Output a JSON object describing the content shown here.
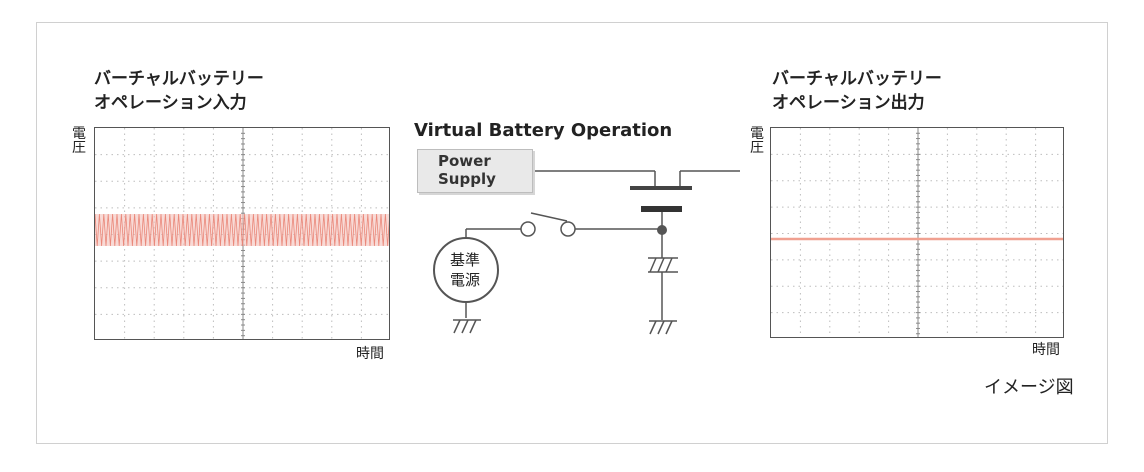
{
  "left_panel": {
    "title_line1": "バーチャルバッテリー",
    "title_line2": "オペレーション入力",
    "y_axis_label": "電圧",
    "x_axis_label": "時間"
  },
  "right_panel": {
    "title_line1": "バーチャルバッテリー",
    "title_line2": "オペレーション出力",
    "y_axis_label": "電圧",
    "x_axis_label": "時間"
  },
  "circuit": {
    "title": "Virtual Battery Operation",
    "power_supply_line1": "Power",
    "power_supply_line2": "Supply",
    "reference_line1": "基準",
    "reference_line2": "電源"
  },
  "caption": "イメージ図",
  "colors": {
    "signal": "#e8796a",
    "signal_band": "#f3c2ba",
    "output_line": "#f0a090",
    "grid": "#bdbdbd",
    "axis_center": "#8a8a8a",
    "box_fill": "#e9e9e9",
    "wire": "#555555"
  }
}
